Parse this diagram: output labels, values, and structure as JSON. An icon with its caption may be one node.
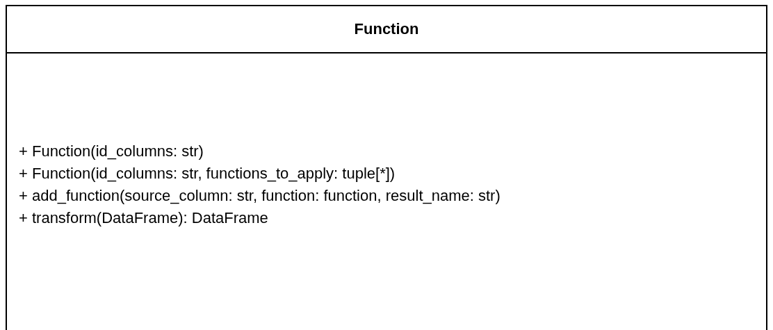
{
  "diagram": {
    "nodes": [
      {
        "text": [
          "Function",
          "+ Function(id_columns: str)",
          "+ Function(id_columns: str, functions_to_apply: tuple[*])",
          "+ add_function(source_column: str, function: function, result_name: str)",
          "+ transform(DataFrame): DataFrame"
        ]
      }
    ]
  }
}
